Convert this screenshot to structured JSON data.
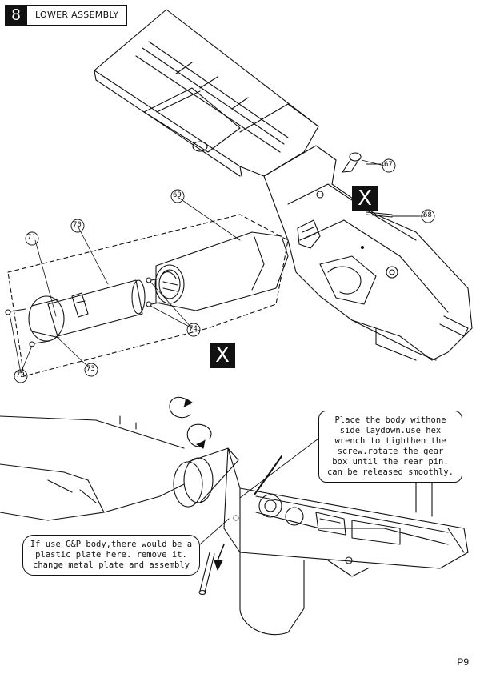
{
  "header": {
    "step_number": "8",
    "title": "LOWER ASSEMBLY"
  },
  "parts": {
    "p67": "67",
    "p68": "68",
    "p69": "69",
    "p70": "70",
    "p71": "71",
    "p72": "72",
    "p73": "73",
    "p74": "74"
  },
  "marks": {
    "x_top": "X",
    "x_bottom": "X"
  },
  "notes": {
    "right": [
      "Place the body withone",
      "side laydown.use hex",
      "wrench to tighthen the",
      "screw.rotate the gear",
      "box until the rear pin.",
      "can be released smoothly."
    ],
    "left": [
      "If use G&P body,there would be a",
      "plastic plate here. remove it.",
      "change metal plate and assembly"
    ]
  },
  "footer": {
    "page": "P9"
  }
}
